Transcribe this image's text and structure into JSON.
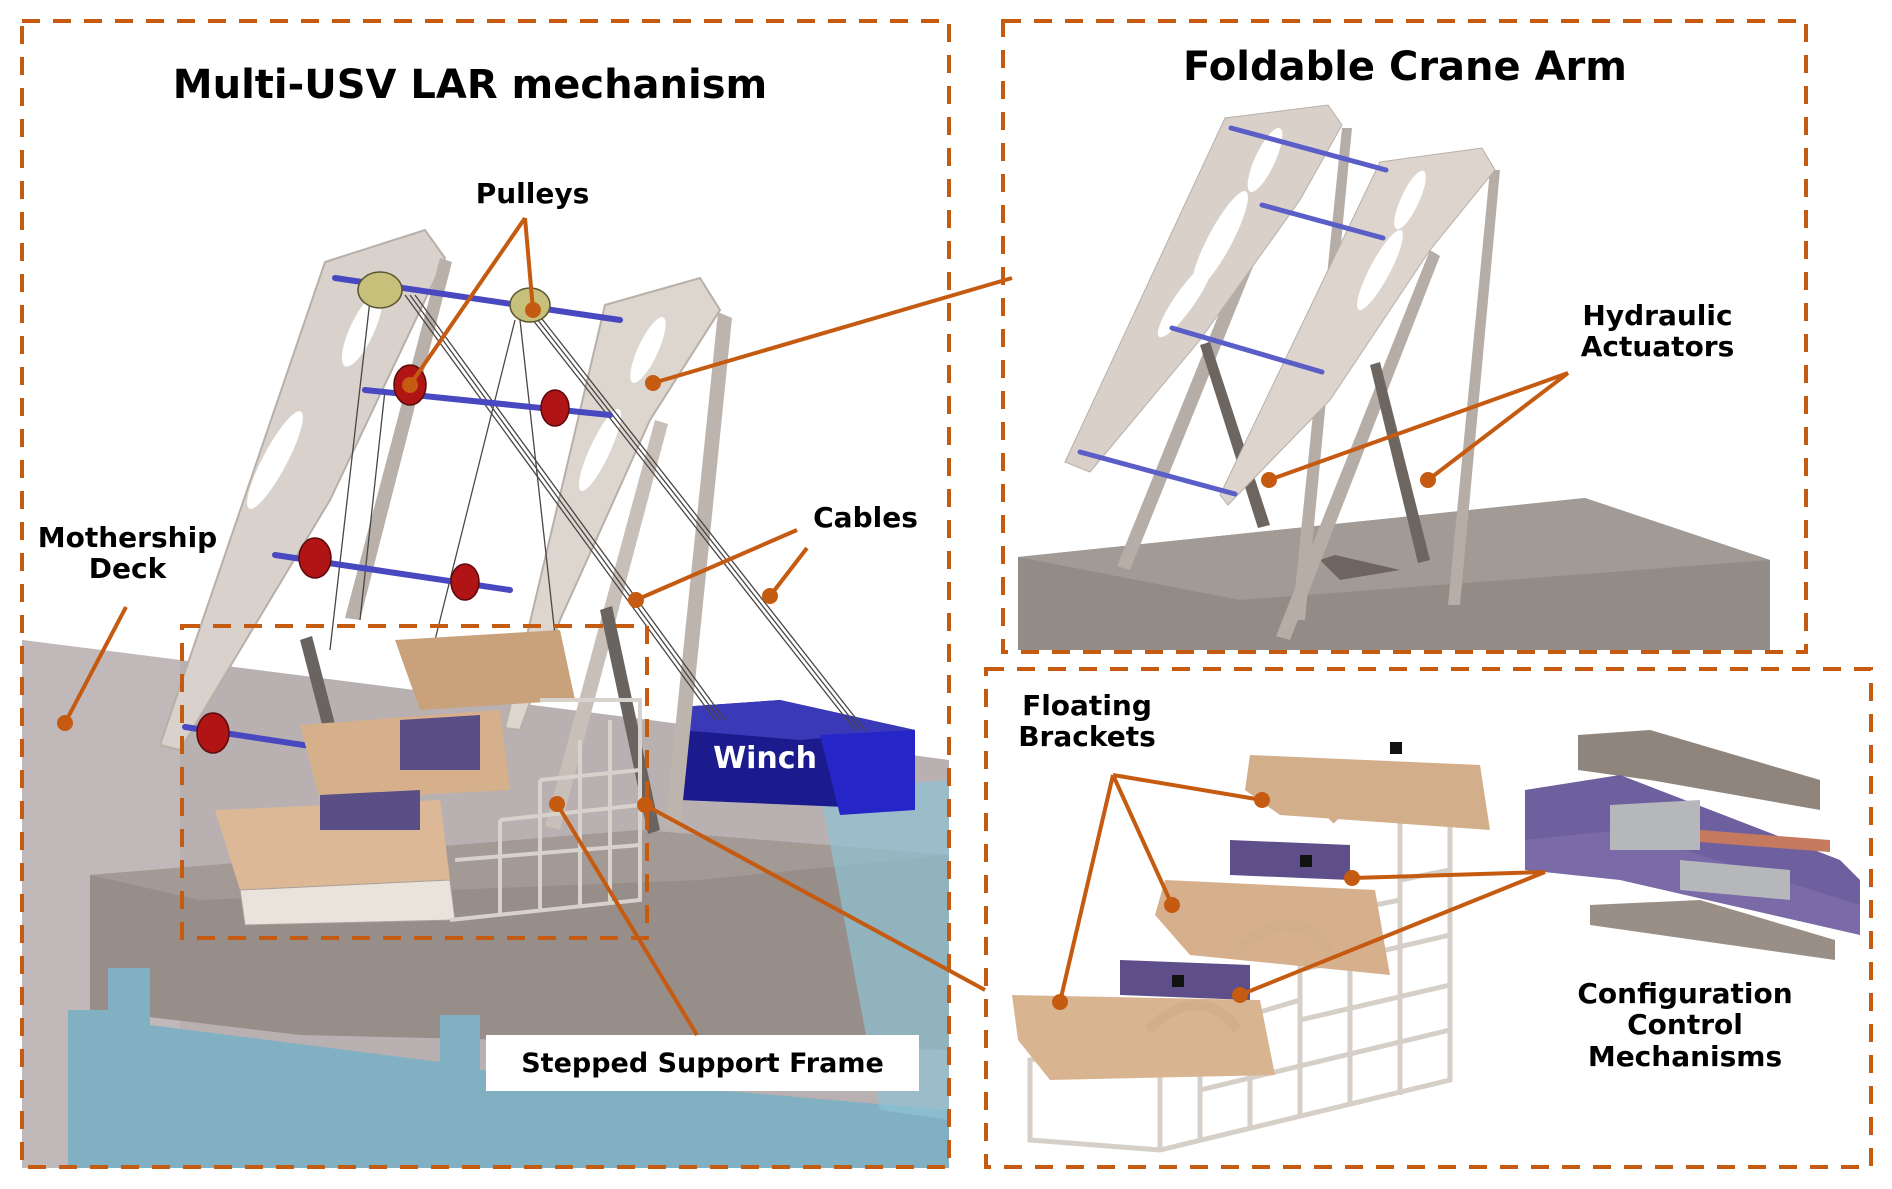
{
  "colors": {
    "accent_orange": "#c55a11",
    "frame_plate": "#d8d0c8",
    "frame_shadow": "#a59d96",
    "rod_blue": "#4a4fc4",
    "pulley_red": "#b01818",
    "pulley_yellow": "#c9c27a",
    "bracket_tan": "#d7b08c",
    "winch_blue": "#1f1fa8",
    "deck_gray": "#9a9290",
    "water_blue": "#7fb3c9",
    "mechanism_purple": "#6f5f9c"
  },
  "panels": {
    "left": {
      "title": "Multi-USV LAR mechanism",
      "labels": {
        "pulleys": "Pulleys",
        "mothership_deck_line1": "Mothership",
        "mothership_deck_line2": "Deck",
        "cables": "Cables",
        "winch": "Winch",
        "stepped_support_frame": "Stepped Support Frame"
      }
    },
    "top_right": {
      "title": "Foldable Crane Arm",
      "labels": {
        "hydraulic_line1": "Hydraulic",
        "hydraulic_line2": "Actuators"
      }
    },
    "bottom_right": {
      "labels": {
        "floating_line1": "Floating",
        "floating_line2": "Brackets",
        "config_line1": "Configuration",
        "config_line2": "Control",
        "config_line3": "Mechanisms"
      }
    }
  }
}
